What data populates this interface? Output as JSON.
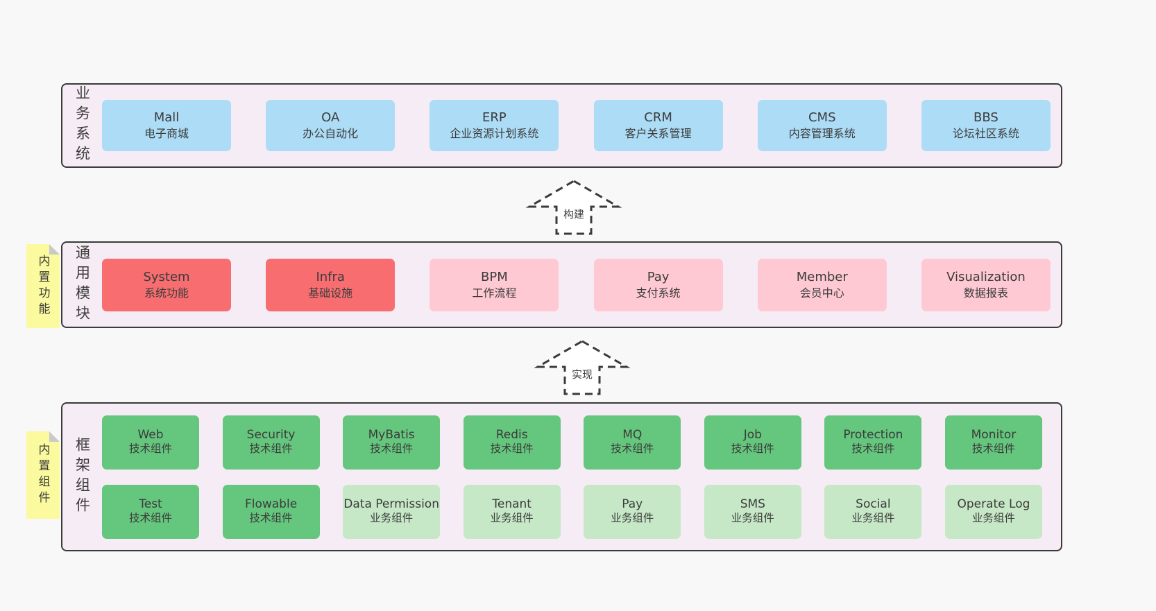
{
  "colors": {
    "page_bg": "#f8f8f8",
    "panel_bg": "#f6ecf5",
    "panel_border": "#3a3a3a",
    "blue_box": "#addcf6",
    "red_box": "#f76d70",
    "pink_box": "#ffc9d3",
    "green_box": "#65c67d",
    "green_light_box": "#c6e8c7",
    "note_bg": "#fbfa9e",
    "note_fold": "#c9c9c9",
    "text": "#3b3b3b"
  },
  "arrows": [
    {
      "label": "构建"
    },
    {
      "label": "实现"
    }
  ],
  "layers": [
    {
      "label": "业务系统",
      "boxes": [
        {
          "title": "Mall",
          "subtitle": "电子商城",
          "variant": "blue"
        },
        {
          "title": "OA",
          "subtitle": "办公自动化",
          "variant": "blue"
        },
        {
          "title": "ERP",
          "subtitle": "企业资源计划系统",
          "variant": "blue"
        },
        {
          "title": "CRM",
          "subtitle": "客户关系管理",
          "variant": "blue"
        },
        {
          "title": "CMS",
          "subtitle": "内容管理系统",
          "variant": "blue"
        },
        {
          "title": "BBS",
          "subtitle": "论坛社区系统",
          "variant": "blue"
        }
      ]
    },
    {
      "label": "通用模块",
      "note": "内置功能",
      "boxes": [
        {
          "title": "System",
          "subtitle": "系统功能",
          "variant": "red"
        },
        {
          "title": "Infra",
          "subtitle": "基础设施",
          "variant": "red"
        },
        {
          "title": "BPM",
          "subtitle": "工作流程",
          "variant": "pink"
        },
        {
          "title": "Pay",
          "subtitle": "支付系统",
          "variant": "pink"
        },
        {
          "title": "Member",
          "subtitle": "会员中心",
          "variant": "pink"
        },
        {
          "title": "Visualization",
          "subtitle": "数据报表",
          "variant": "pink"
        }
      ]
    },
    {
      "label": "框架组件",
      "note": "内置组件",
      "rows": [
        [
          {
            "title": "Web",
            "subtitle": "技术组件",
            "variant": "green"
          },
          {
            "title": "Security",
            "subtitle": "技术组件",
            "variant": "green"
          },
          {
            "title": "MyBatis",
            "subtitle": "技术组件",
            "variant": "green"
          },
          {
            "title": "Redis",
            "subtitle": "技术组件",
            "variant": "green"
          },
          {
            "title": "MQ",
            "subtitle": "技术组件",
            "variant": "green"
          },
          {
            "title": "Job",
            "subtitle": "技术组件",
            "variant": "green"
          },
          {
            "title": "Protection",
            "subtitle": "技术组件",
            "variant": "green"
          },
          {
            "title": "Monitor",
            "subtitle": "技术组件",
            "variant": "green"
          }
        ],
        [
          {
            "title": "Test",
            "subtitle": "技术组件",
            "variant": "green"
          },
          {
            "title": "Flowable",
            "subtitle": "技术组件",
            "variant": "green"
          },
          {
            "title": "Data Permission",
            "subtitle": "业务组件",
            "variant": "green-light"
          },
          {
            "title": "Tenant",
            "subtitle": "业务组件",
            "variant": "green-light"
          },
          {
            "title": "Pay",
            "subtitle": "业务组件",
            "variant": "green-light"
          },
          {
            "title": "SMS",
            "subtitle": "业务组件",
            "variant": "green-light"
          },
          {
            "title": "Social",
            "subtitle": "业务组件",
            "variant": "green-light"
          },
          {
            "title": "Operate Log",
            "subtitle": "业务组件",
            "variant": "green-light"
          }
        ]
      ]
    }
  ]
}
